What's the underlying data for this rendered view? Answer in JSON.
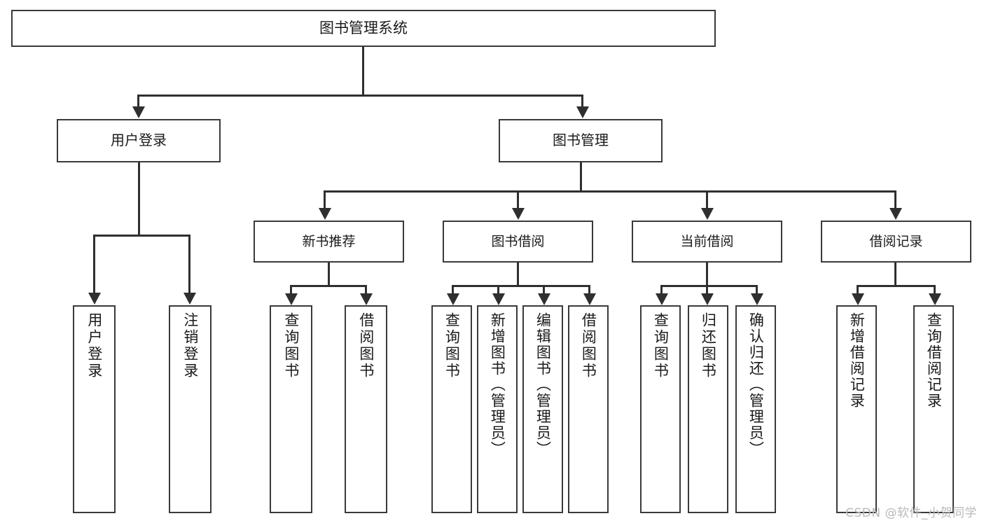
{
  "diagram": {
    "type": "tree",
    "root": {
      "label": "图书管理系统"
    },
    "level1": [
      {
        "label": "用户登录"
      },
      {
        "label": "图书管理"
      }
    ],
    "level2": [
      {
        "label": "新书推荐"
      },
      {
        "label": "图书借阅"
      },
      {
        "label": "当前借阅"
      },
      {
        "label": "借阅记录"
      }
    ],
    "leaves": {
      "user_login": [
        {
          "label": "用户登录"
        },
        {
          "label": "注销登录"
        }
      ],
      "new_book_recommend": [
        {
          "label": "查询图书"
        },
        {
          "label": "借阅图书"
        }
      ],
      "book_borrow": [
        {
          "label": "查询图书"
        },
        {
          "label": "新增图书（管理员）"
        },
        {
          "label": "编辑图书（管理员）"
        },
        {
          "label": "借阅图书"
        }
      ],
      "current_borrow": [
        {
          "label": "查询图书"
        },
        {
          "label": "归还图书"
        },
        {
          "label": "确认归还（管理员）"
        }
      ],
      "borrow_record": [
        {
          "label": "新增借阅记录"
        },
        {
          "label": "查询借阅记录"
        }
      ]
    }
  },
  "watermark": {
    "text": "CSDN @软件_小贺同学"
  },
  "colors": {
    "box_border": "#3a3a3a",
    "line": "#2f2f2f",
    "background": "#ffffff",
    "text": "#1a1a1a",
    "watermark": "#b9b9b9"
  }
}
